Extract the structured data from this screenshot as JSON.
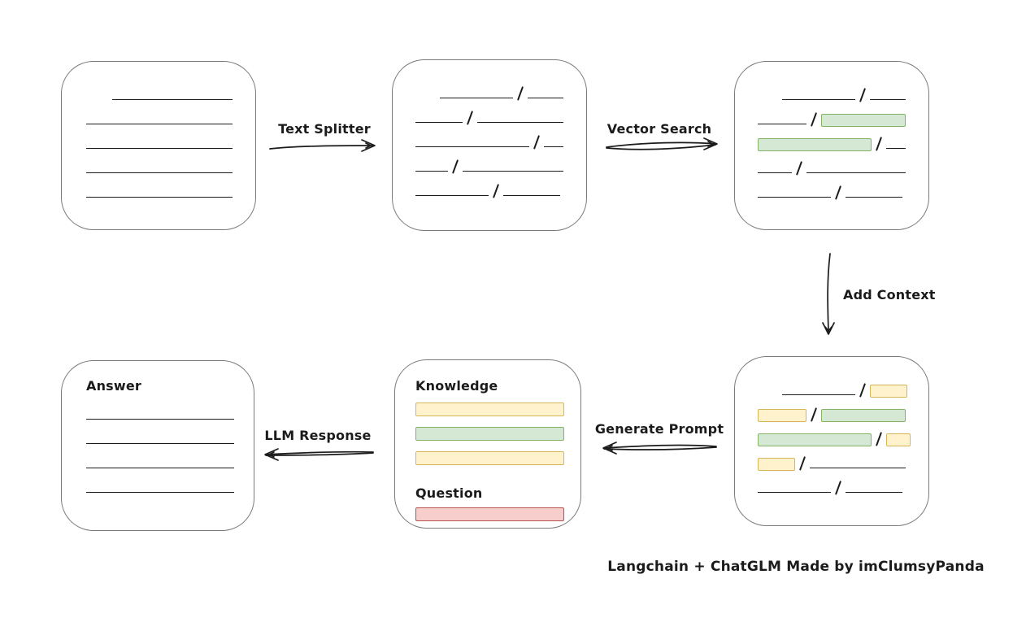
{
  "caption": "Langchain + ChatGLM Made by imClumsyPanda",
  "labels": {
    "text_splitter": "Text Splitter",
    "vector_search": "Vector Search",
    "add_context": "Add Context",
    "generate_prompt": "Generate Prompt",
    "llm_response": "LLM Response"
  },
  "colors": {
    "ink": "#1b1b1b",
    "box_border": "#7a7a7a",
    "green_fill": "#d5e8d4",
    "green_border": "#82b366",
    "yellow_fill": "#fff2cc",
    "yellow_border": "#d6b656",
    "red_fill": "#f8cecc",
    "red_border": "#b85450"
  },
  "boxes": {
    "document": {
      "rows": [
        {
          "indent": 32,
          "seg": [
            {
              "t": "line",
              "w": 148
            }
          ]
        },
        {
          "seg": [
            {
              "t": "line",
              "w": 180
            }
          ]
        },
        {
          "seg": [
            {
              "t": "line",
              "w": 180
            }
          ]
        },
        {
          "seg": [
            {
              "t": "line",
              "w": 180
            }
          ]
        },
        {
          "seg": [
            {
              "t": "line",
              "w": 180
            }
          ]
        }
      ]
    },
    "split_text": {
      "rows": [
        {
          "indent": 30,
          "seg": [
            {
              "t": "line",
              "w": 90
            },
            {
              "t": "slash"
            },
            {
              "t": "line",
              "w": 44
            }
          ]
        },
        {
          "seg": [
            {
              "t": "line",
              "w": 58
            },
            {
              "t": "slash"
            },
            {
              "t": "line",
              "w": 106
            }
          ]
        },
        {
          "seg": [
            {
              "t": "line",
              "w": 140
            },
            {
              "t": "slash"
            },
            {
              "t": "line",
              "w": 24
            }
          ]
        },
        {
          "seg": [
            {
              "t": "line",
              "w": 40
            },
            {
              "t": "slash"
            },
            {
              "t": "line",
              "w": 124
            }
          ]
        },
        {
          "seg": [
            {
              "t": "line",
              "w": 90
            },
            {
              "t": "slash"
            },
            {
              "t": "line",
              "w": 70
            }
          ]
        }
      ]
    },
    "search_results": {
      "rows": [
        {
          "indent": 30,
          "seg": [
            {
              "t": "line",
              "w": 90
            },
            {
              "t": "slash"
            },
            {
              "t": "line",
              "w": 44
            }
          ]
        },
        {
          "seg": [
            {
              "t": "line",
              "w": 60
            },
            {
              "t": "slash"
            },
            {
              "t": "green",
              "w": 104
            }
          ]
        },
        {
          "seg": [
            {
              "t": "green",
              "w": 140
            },
            {
              "t": "slash"
            },
            {
              "t": "line",
              "w": 24
            }
          ]
        },
        {
          "seg": [
            {
              "t": "line",
              "w": 42
            },
            {
              "t": "slash"
            },
            {
              "t": "line",
              "w": 122
            }
          ]
        },
        {
          "seg": [
            {
              "t": "line",
              "w": 90
            },
            {
              "t": "slash"
            },
            {
              "t": "line",
              "w": 70
            }
          ]
        }
      ]
    },
    "context": {
      "rows": [
        {
          "indent": 30,
          "seg": [
            {
              "t": "line",
              "w": 90
            },
            {
              "t": "slash"
            },
            {
              "t": "yellow",
              "w": 46
            }
          ]
        },
        {
          "seg": [
            {
              "t": "yellow",
              "w": 60
            },
            {
              "t": "slash"
            },
            {
              "t": "green",
              "w": 104
            }
          ]
        },
        {
          "seg": [
            {
              "t": "green",
              "w": 140
            },
            {
              "t": "slash"
            },
            {
              "t": "yellow",
              "w": 30
            }
          ]
        },
        {
          "seg": [
            {
              "t": "yellow",
              "w": 46
            },
            {
              "t": "slash"
            },
            {
              "t": "line",
              "w": 118
            }
          ]
        },
        {
          "seg": [
            {
              "t": "line",
              "w": 90
            },
            {
              "t": "slash"
            },
            {
              "t": "line",
              "w": 70
            }
          ]
        }
      ]
    },
    "prompt": {
      "knowledge_label": "Knowledge",
      "question_label": "Question",
      "knowledge_bars": [
        {
          "seg": [
            {
              "t": "yellow",
              "w": 183
            }
          ]
        },
        {
          "seg": [
            {
              "t": "green",
              "w": 183
            }
          ]
        },
        {
          "seg": [
            {
              "t": "yellow",
              "w": 183
            }
          ]
        }
      ],
      "question_bar": [
        {
          "seg": [
            {
              "t": "red",
              "w": 183
            }
          ]
        }
      ]
    },
    "answer": {
      "label": "Answer",
      "rows": [
        {
          "seg": [
            {
              "t": "line",
              "w": 182
            }
          ]
        },
        {
          "seg": [
            {
              "t": "line",
              "w": 182
            }
          ]
        },
        {
          "seg": [
            {
              "t": "line",
              "w": 182
            }
          ]
        },
        {
          "seg": [
            {
              "t": "line",
              "w": 182
            }
          ]
        }
      ]
    }
  }
}
